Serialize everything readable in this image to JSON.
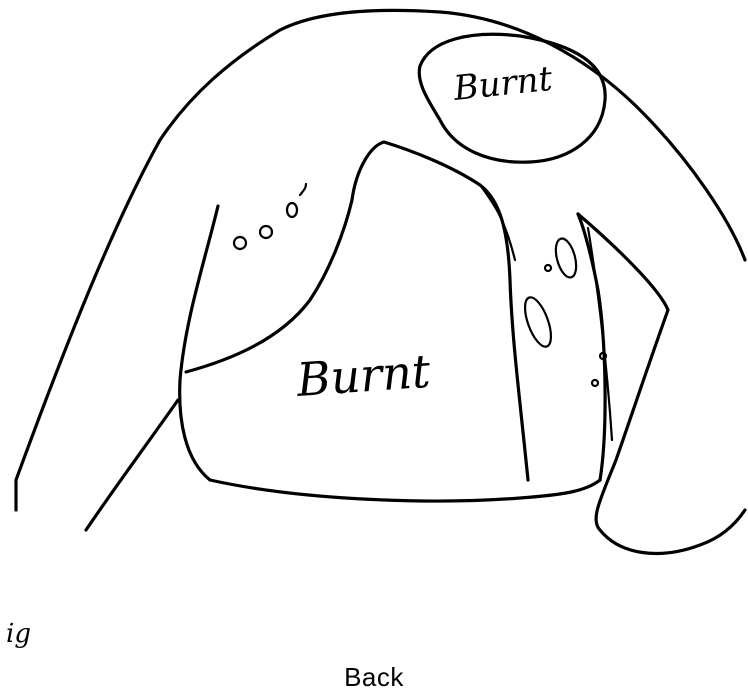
{
  "sketch": {
    "region_upper_label": "Burnt",
    "region_lower_label": "Burnt",
    "stray_mark": "ig",
    "caption": "Back"
  },
  "colors": {
    "ink": "#000000",
    "background": "#ffffff"
  }
}
